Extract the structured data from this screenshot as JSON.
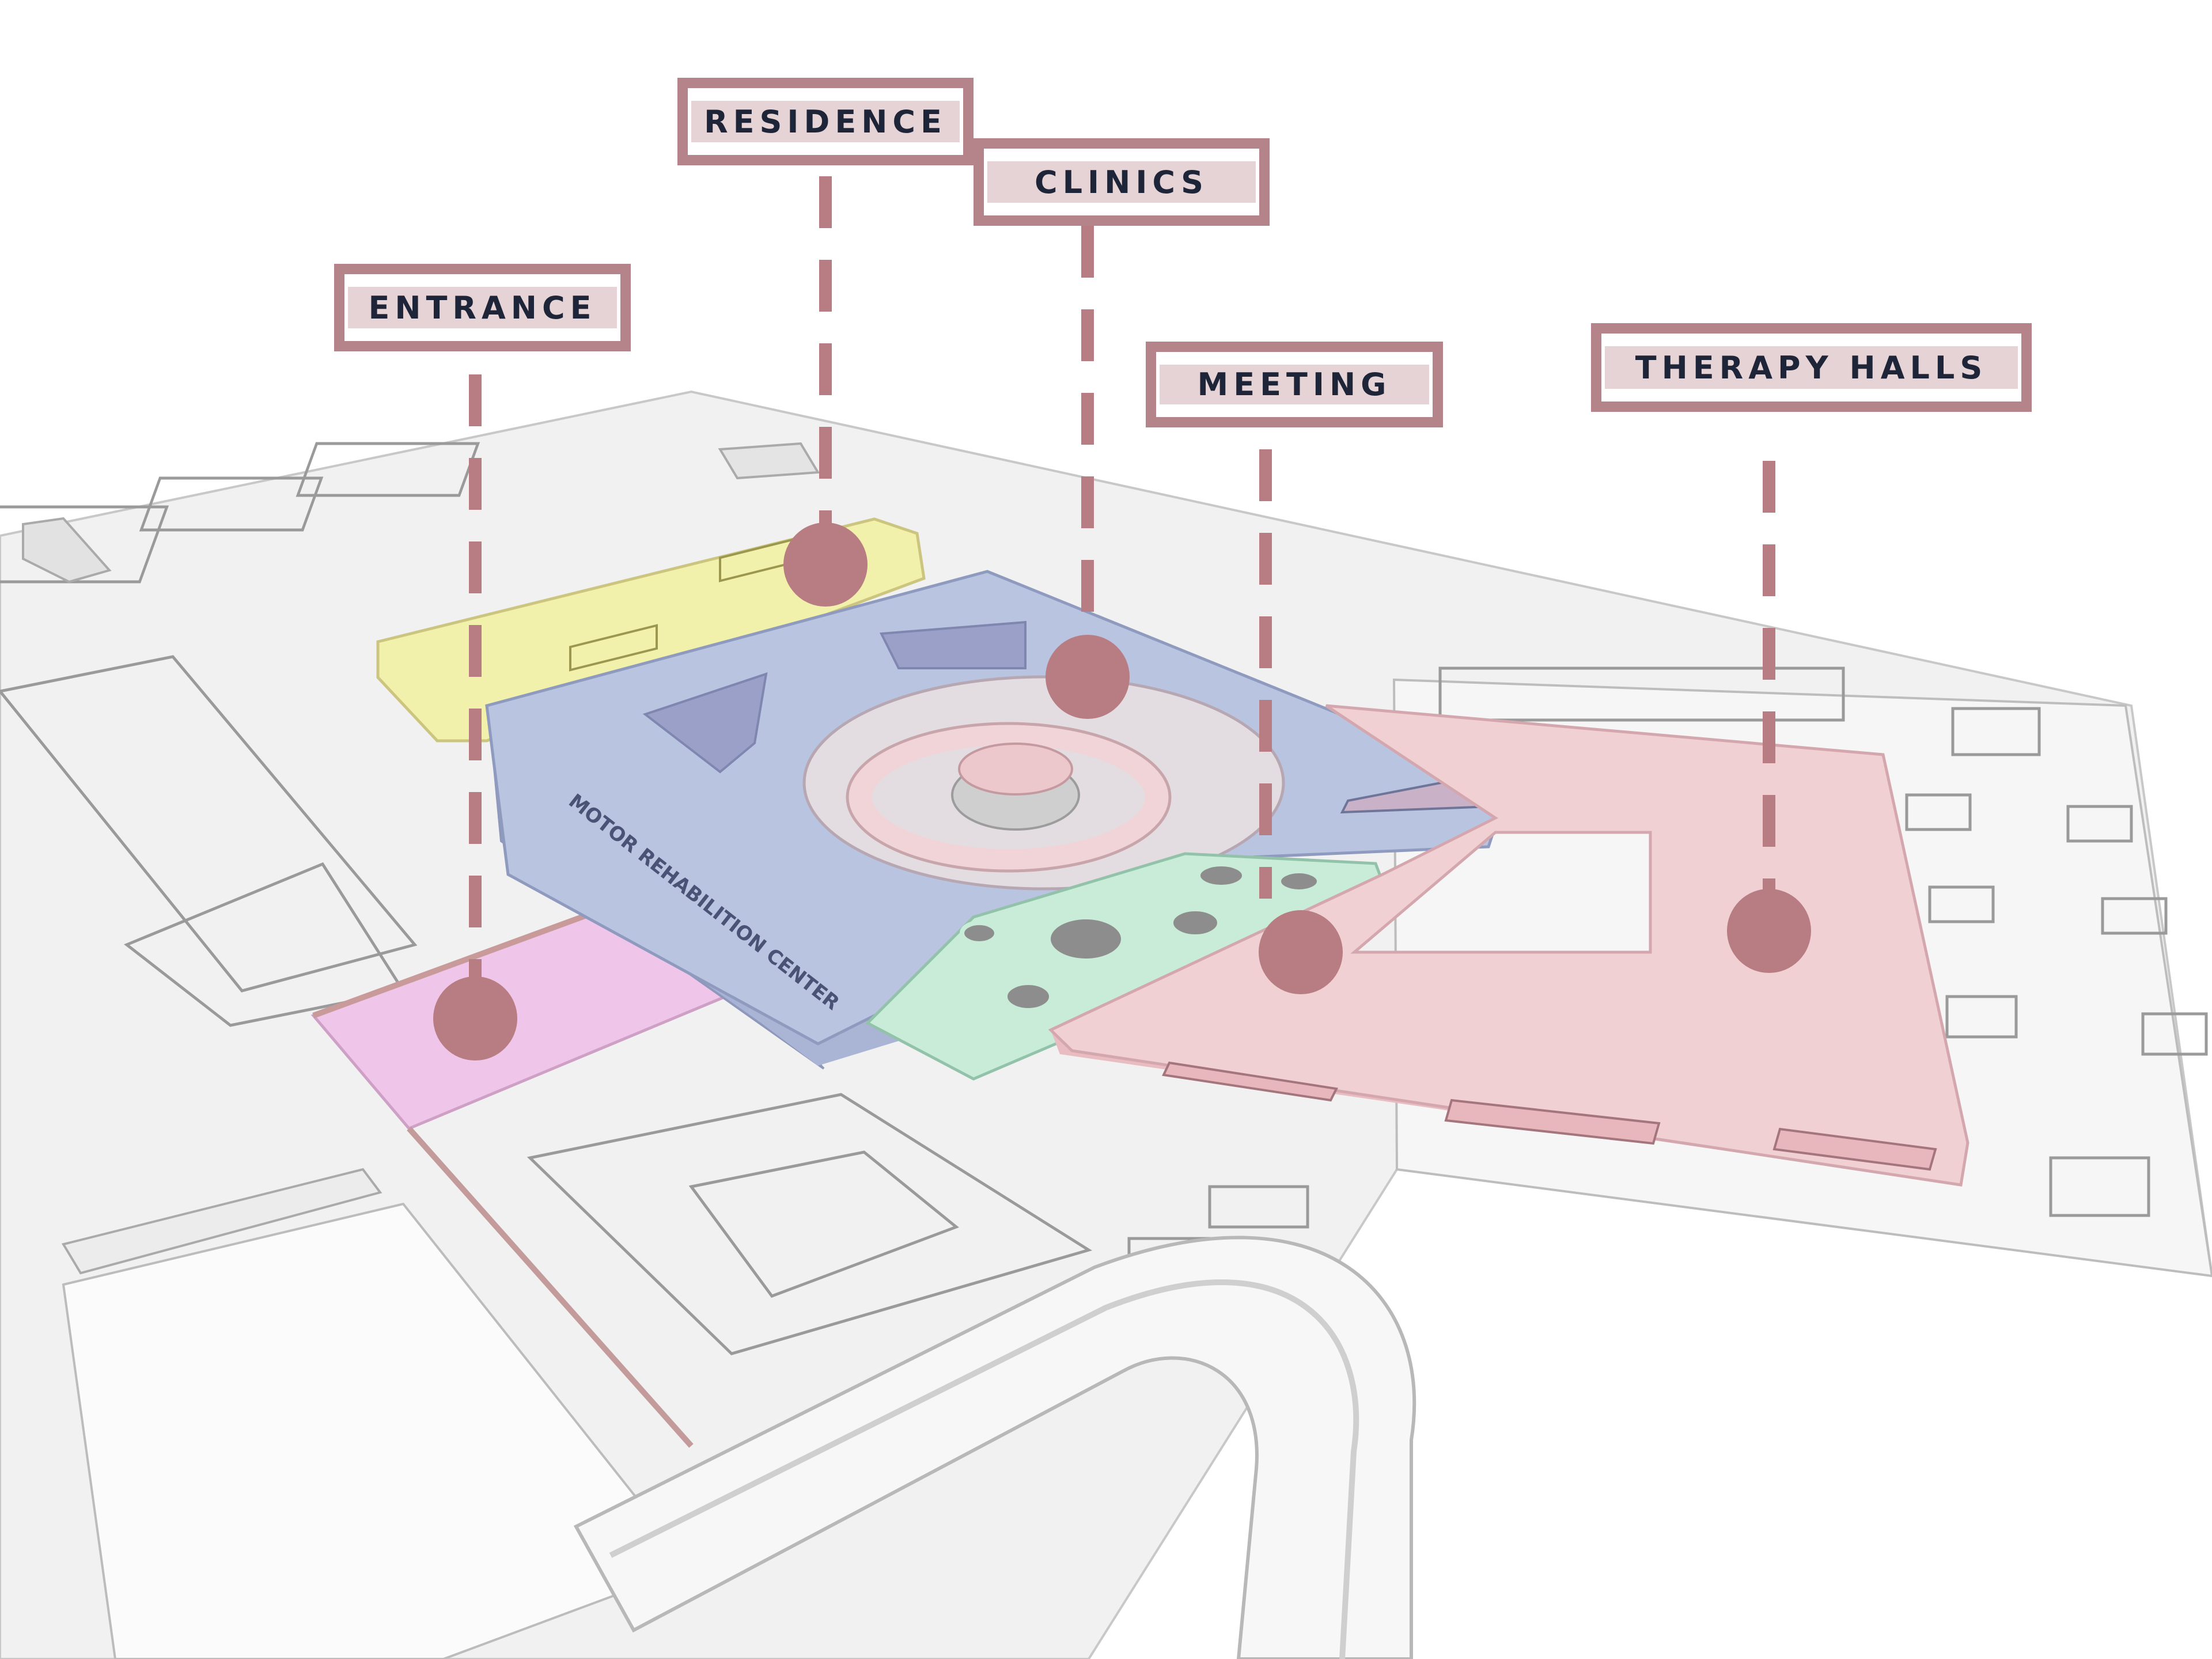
{
  "labels": {
    "residence": "RESIDENCE",
    "clinics": "CLINICS",
    "entrance": "ENTRANCE",
    "meeting": "MEETING",
    "therapy_halls": "THERAPY HALLS"
  },
  "building_sign": "MOTOR REHABILITION CENTER",
  "colors": {
    "label_frame": "#b5838a",
    "label_fill": "#e5d3d5",
    "label_text": "#1f2538",
    "clinics_zone": "#b9c4e0",
    "therapy_zone": "#f0d0d3",
    "residence_zone": "#f3f1a8",
    "meeting_zone": "#c9ecd9",
    "entrance_zone": "#efc6ea"
  }
}
